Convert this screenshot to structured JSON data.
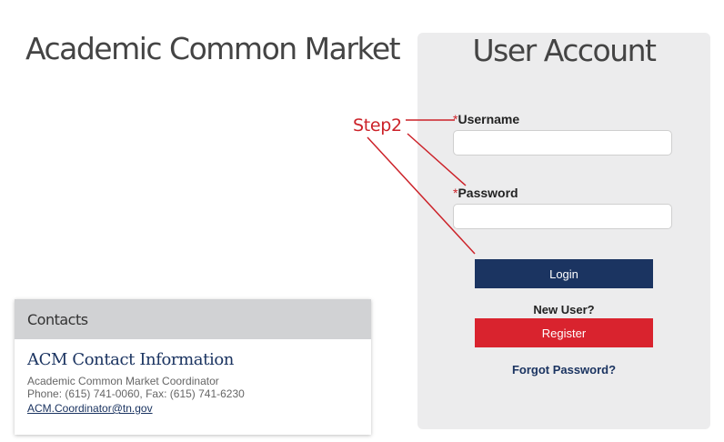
{
  "page": {
    "title": "Academic Common Market"
  },
  "contacts": {
    "header": "Contacts",
    "heading": "ACM Contact Information",
    "role": "Academic Common Market Coordinator",
    "phone_line": "Phone: (615) 741-0060, Fax: (615) 741-6230",
    "email": "ACM.Coordinator@tn.gov"
  },
  "account": {
    "title": "User Account",
    "required_mark": "*",
    "username_label": "Username",
    "username_value": "",
    "password_label": "Password",
    "password_value": "",
    "login_label": "Login",
    "new_user_label": "New User?",
    "register_label": "Register",
    "forgot_label": "Forgot Password?"
  },
  "annotation": {
    "label": "Step2",
    "color": "#cc2229"
  },
  "colors": {
    "navy": "#1b3461",
    "red": "#d9232e",
    "panel_bg": "#ececed",
    "contacts_header_bg": "#d1d2d4"
  }
}
